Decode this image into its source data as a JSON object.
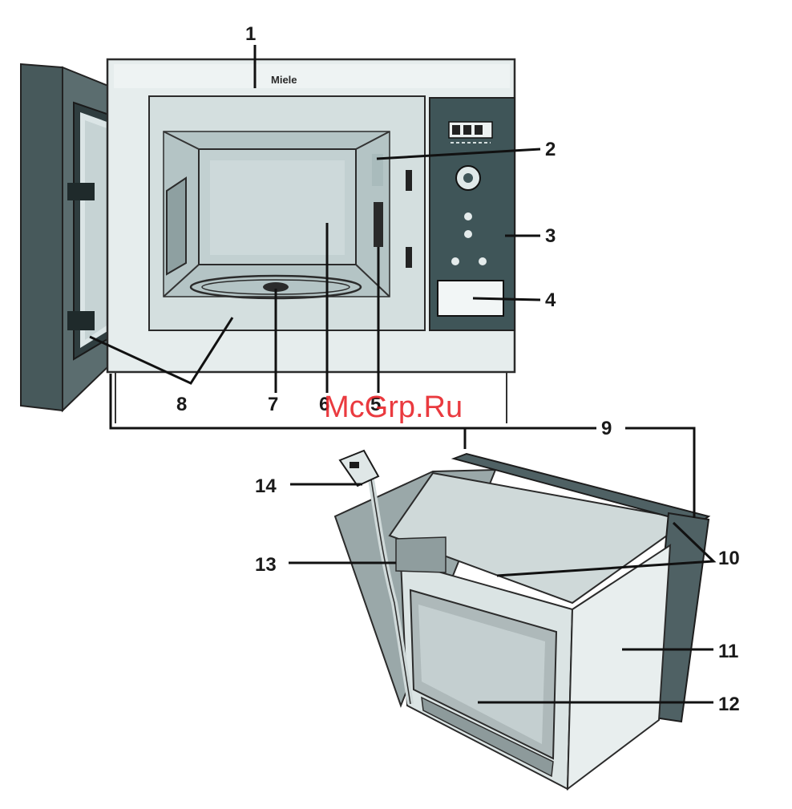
{
  "brand_label": "Miele",
  "watermark": "McGrp.Ru",
  "callouts": {
    "c1": "1",
    "c2": "2",
    "c3": "3",
    "c4": "4",
    "c5": "5",
    "c6": "6",
    "c7": "7",
    "c8": "8",
    "c9": "9",
    "c10": "10",
    "c11": "11",
    "c12": "12",
    "c13": "13",
    "c14": "14"
  },
  "colors": {
    "outline": "#2b2b2b",
    "panel_dark": "#3f5558",
    "cavity": "#c9d6d6",
    "frame": "#e4ebeb",
    "watermark": "#e8252a"
  }
}
